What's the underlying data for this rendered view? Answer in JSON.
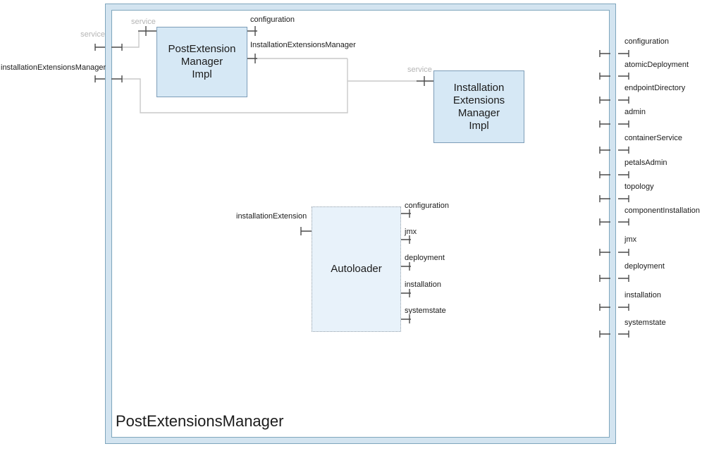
{
  "diagram": {
    "title": "PostExtensionsManager",
    "frame_left_ports": [
      {
        "label": "service",
        "muted": true
      },
      {
        "label": "installationExtensionsManager",
        "muted": false
      }
    ],
    "frame_right_ports": [
      {
        "label": "configuration"
      },
      {
        "label": "atomicDeployment"
      },
      {
        "label": "endpointDirectory"
      },
      {
        "label": "admin"
      },
      {
        "label": "containerService"
      },
      {
        "label": "petalsAdmin"
      },
      {
        "label": "topology"
      },
      {
        "label": "componentInstallation"
      },
      {
        "label": "jmx"
      },
      {
        "label": "deployment"
      },
      {
        "label": "installation"
      },
      {
        "label": "systemstate"
      }
    ],
    "components": [
      {
        "name": "PostExtensionManagerImpl",
        "label": "PostExtension\nManager\nImpl",
        "ports": [
          {
            "label": "service",
            "muted": true
          },
          {
            "label": "configuration"
          },
          {
            "label": "InstallationExtensionsManager"
          }
        ]
      },
      {
        "name": "InstallationExtensionsManagerImpl",
        "label": "Installation\nExtensions\nManager\nImpl",
        "ports": [
          {
            "label": "service",
            "muted": true
          }
        ]
      },
      {
        "name": "Autoloader",
        "label": "Autoloader",
        "ports": [
          {
            "label": "installationExtension"
          },
          {
            "label": "configuration"
          },
          {
            "label": "jmx"
          },
          {
            "label": "deployment"
          },
          {
            "label": "installation"
          },
          {
            "label": "systemstate"
          }
        ]
      }
    ],
    "colors": {
      "frame_fill": "#d3e4f0",
      "frame_border": "#7fa6bd",
      "component_fill": "#d6e8f5",
      "component_border": "#7d9db8",
      "autoloader_fill": "#e8f2fa",
      "connector": "#c9c9c9",
      "port_glyph": "#4a4a4a",
      "muted_label": "#b5b5b5",
      "text": "#1b1b1b"
    }
  }
}
